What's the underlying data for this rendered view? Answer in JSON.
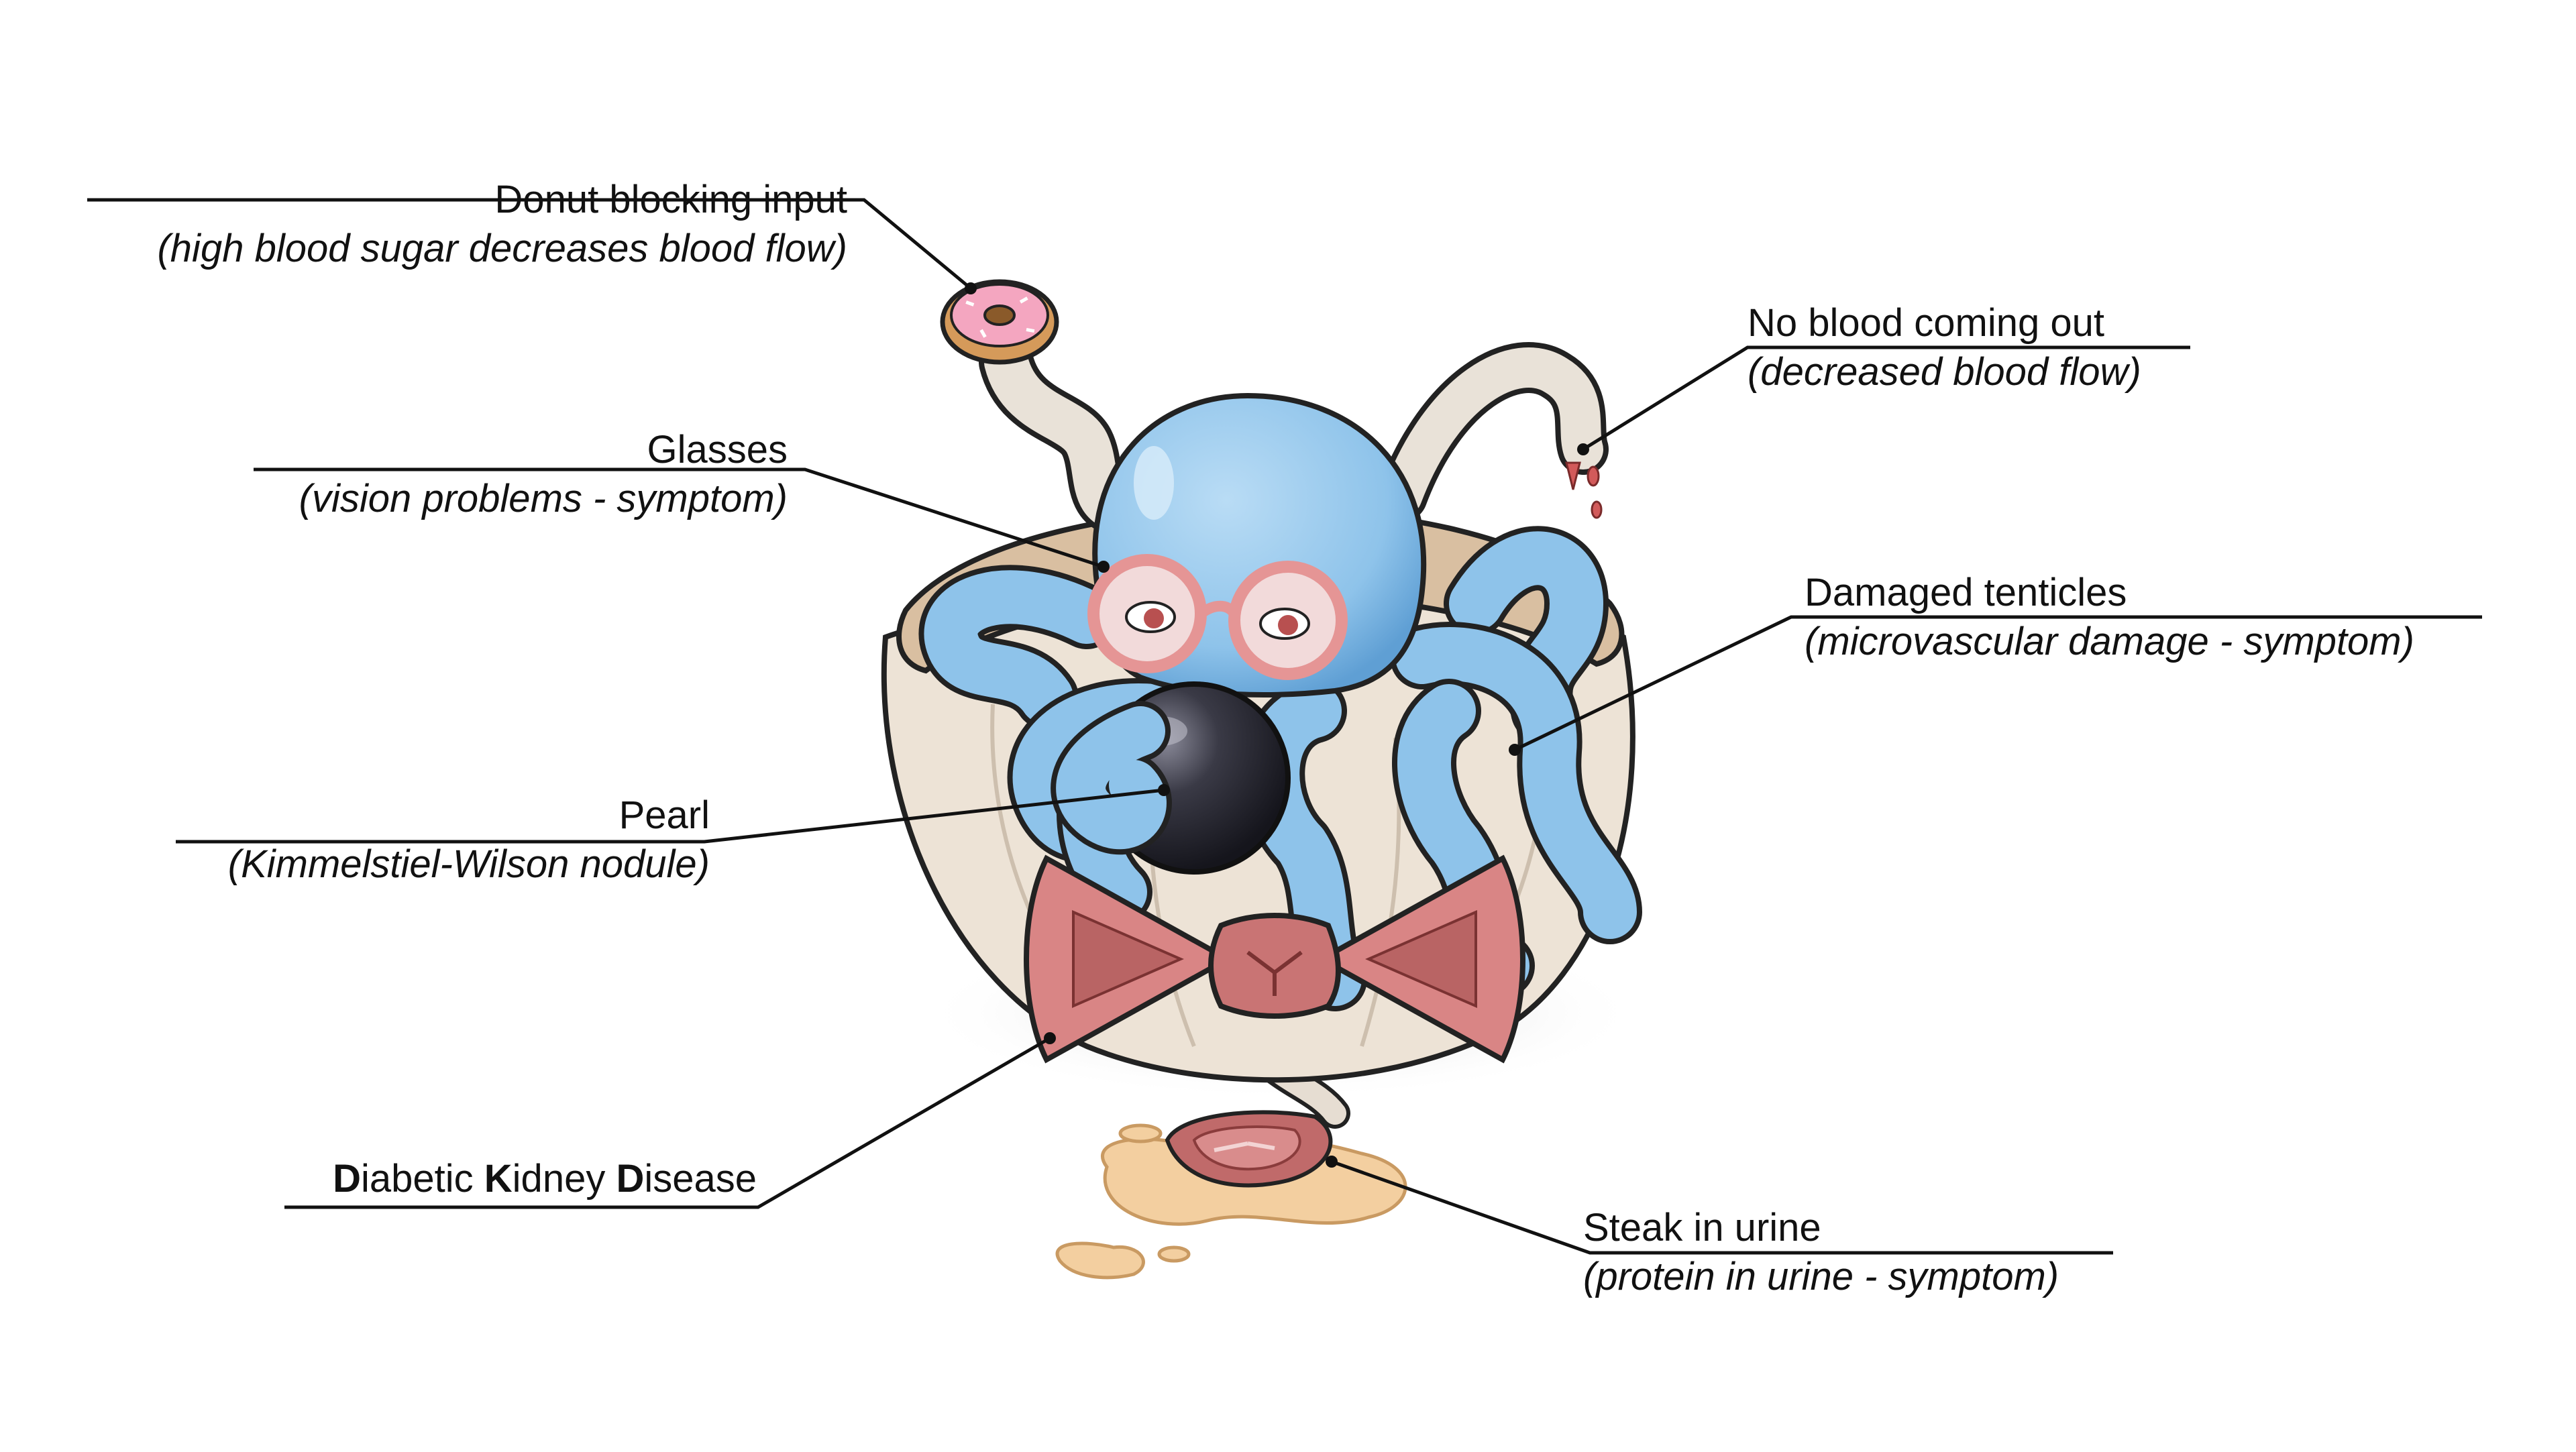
{
  "annotations": {
    "donut": {
      "title": "Donut blocking input",
      "note": "(high blood sugar decreases blood flow)"
    },
    "glasses": {
      "title": "Glasses",
      "note": "(vision problems - symptom)"
    },
    "pearl": {
      "title": "Pearl",
      "note": "(Kimmelstiel-Wilson nodule)"
    },
    "dkd": {
      "d1": "D",
      "t1": "iabetic ",
      "k1": "K",
      "t2": "idney ",
      "d2": "D",
      "t3": "isease"
    },
    "no_blood": {
      "title": "No blood coming out",
      "note": "(decreased blood flow)"
    },
    "tentacles": {
      "title": "Damaged tenticles",
      "note": "(microvascular damage - symptom)"
    },
    "steak": {
      "title": "Steak in urine",
      "note": "(protein in urine - symptom)"
    }
  },
  "colors": {
    "octopus": "#8ec3ea",
    "octopus_dark": "#4e8fc8",
    "shell": "#ede3d6",
    "bow": "#d98585",
    "glasses": "#e59595",
    "pearl": "#2a2a34",
    "urine": "#f3cfa0",
    "steak": "#b85a5a",
    "donut_icing": "#f4a6c0",
    "leader": "#111111"
  }
}
